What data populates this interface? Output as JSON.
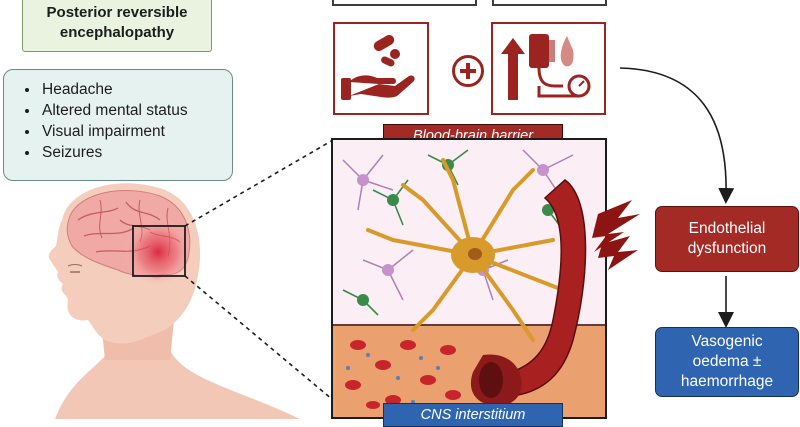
{
  "title_box": {
    "line1": "Posterior reversible",
    "line2": "encephalopathy"
  },
  "symptoms": [
    "Headache",
    "Altered mental status",
    "Visual impairment",
    "Seizures"
  ],
  "labels": {
    "bbb": "Blood-brain barrier",
    "cns": "CNS interstitium"
  },
  "flow": {
    "endothelial_line1": "Endothelial",
    "endothelial_line2": "dysfunction",
    "vasogenic_line1": "Vasogenic",
    "vasogenic_line2": "oedema ±",
    "vasogenic_line3": "haemorrhage"
  },
  "icons": {
    "medication": "hand-holding-pills-icon",
    "hypertension": "blood-pressure-up-icon",
    "combine": "plus-icon",
    "damage": "lightning-bolt-icon"
  },
  "colors": {
    "accent_red": "#a32a25",
    "accent_blue": "#2f64b0",
    "title_fill": "#e9f3df",
    "symptoms_fill": "#e6f2ef",
    "brain_panel": "#fbeef4",
    "interstitium": "#eba070"
  }
}
